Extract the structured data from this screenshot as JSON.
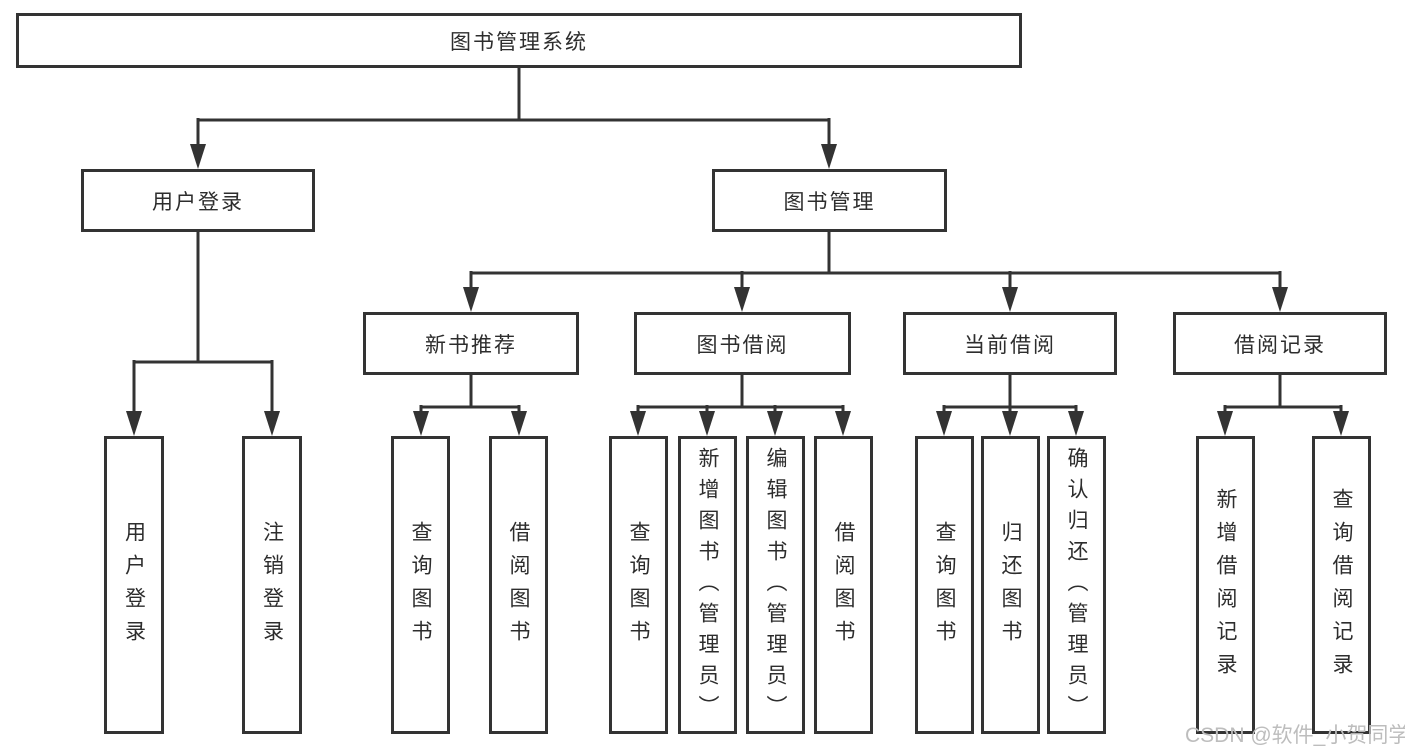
{
  "colors": {
    "line": "#333333",
    "text": "#2d2d2d",
    "watermark": "#bdbdbd",
    "background": "#ffffff"
  },
  "tree": {
    "root": {
      "label": "图书管理系统"
    },
    "branches": [
      {
        "label": "用户登录",
        "children": [
          {
            "label": "用户登录"
          },
          {
            "label": "注销登录"
          }
        ]
      },
      {
        "label": "图书管理",
        "groups": [
          {
            "label": "新书推荐",
            "children": [
              {
                "label": "查询图书"
              },
              {
                "label": "借阅图书"
              }
            ]
          },
          {
            "label": "图书借阅",
            "children": [
              {
                "label": "查询图书"
              },
              {
                "label": "新增图书（管理员）"
              },
              {
                "label": "编辑图书（管理员）"
              },
              {
                "label": "借阅图书"
              }
            ]
          },
          {
            "label": "当前借阅",
            "children": [
              {
                "label": "查询图书"
              },
              {
                "label": "归还图书"
              },
              {
                "label": "确认归还（管理员）"
              }
            ]
          },
          {
            "label": "借阅记录",
            "children": [
              {
                "label": "新增借阅记录"
              },
              {
                "label": "查询借阅记录"
              }
            ]
          }
        ]
      }
    ]
  },
  "watermark": {
    "text": "CSDN @软件_小贺同学"
  }
}
